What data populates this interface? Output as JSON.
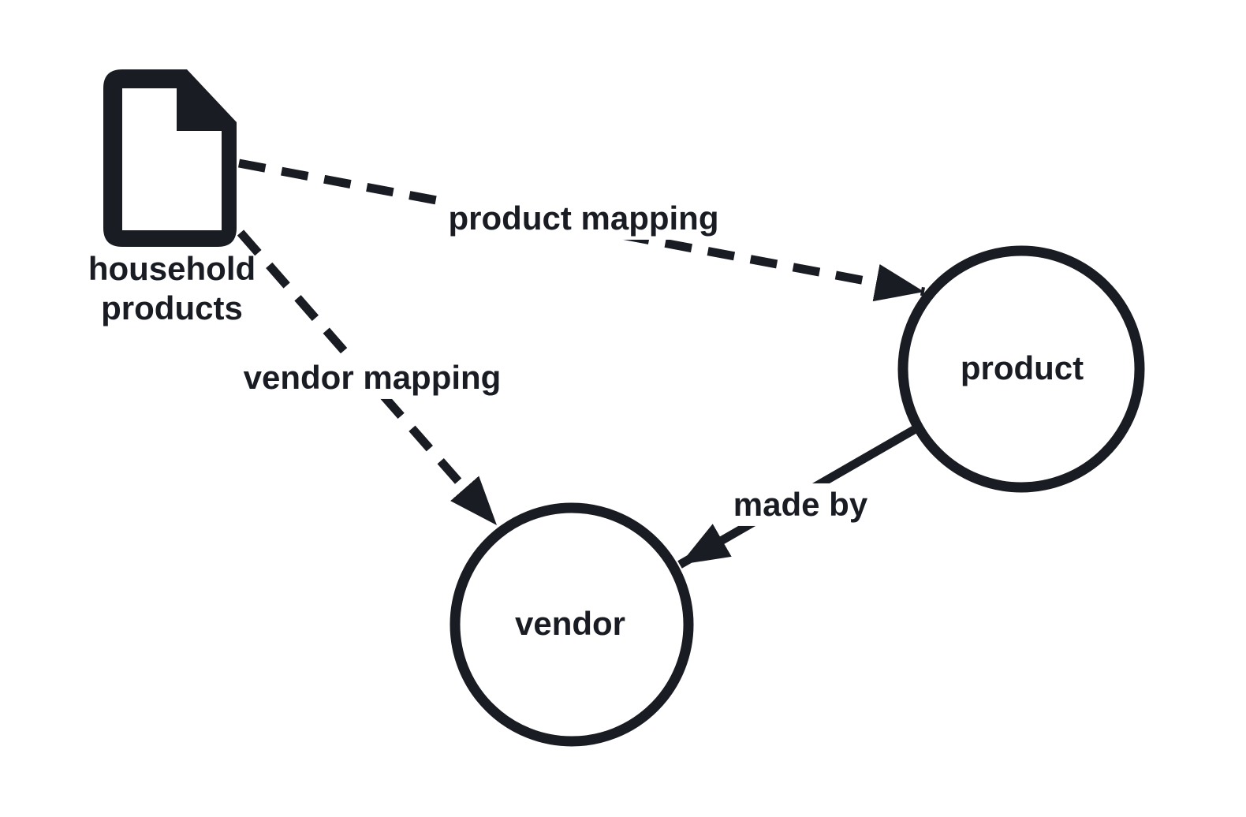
{
  "colors": {
    "ink": "#1a1c23",
    "background": "#ffffff"
  },
  "nodes": {
    "source": {
      "label": "household products",
      "shape": "document"
    },
    "product": {
      "label": "product",
      "shape": "circle"
    },
    "vendor": {
      "label": "vendor",
      "shape": "circle"
    }
  },
  "edges": {
    "product_mapping": {
      "label": "product mapping",
      "style": "dashed",
      "from": "household products",
      "to": "product"
    },
    "vendor_mapping": {
      "label": "vendor mapping",
      "style": "dashed",
      "from": "household products",
      "to": "vendor"
    },
    "made_by": {
      "label": "made by",
      "style": "solid",
      "from": "product",
      "to": "vendor"
    }
  }
}
